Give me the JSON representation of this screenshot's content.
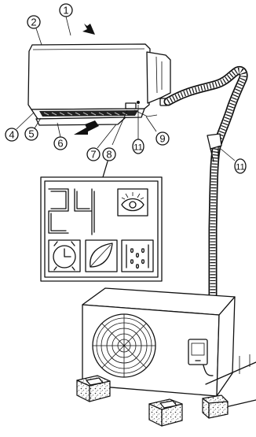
{
  "callouts": [
    {
      "id": "c1",
      "label": "1"
    },
    {
      "id": "c2",
      "label": "2"
    },
    {
      "id": "c4",
      "label": "4"
    },
    {
      "id": "c5",
      "label": "5"
    },
    {
      "id": "c6",
      "label": "6"
    },
    {
      "id": "c7",
      "label": "7"
    },
    {
      "id": "c8",
      "label": "8"
    },
    {
      "id": "c9",
      "label": "9"
    },
    {
      "id": "c11a",
      "label": "11"
    },
    {
      "id": "c11b",
      "label": "11"
    }
  ],
  "display": {
    "temperature": "24",
    "icons": [
      "eye-sensor-icon",
      "timer-clock-icon",
      "leaf-eco-icon",
      "dehumidify-drops-icon"
    ]
  },
  "colors": {
    "line": "#111111",
    "background": "#ffffff",
    "fill_dark": "#222222",
    "fill_gray": "#9a9a9a"
  }
}
